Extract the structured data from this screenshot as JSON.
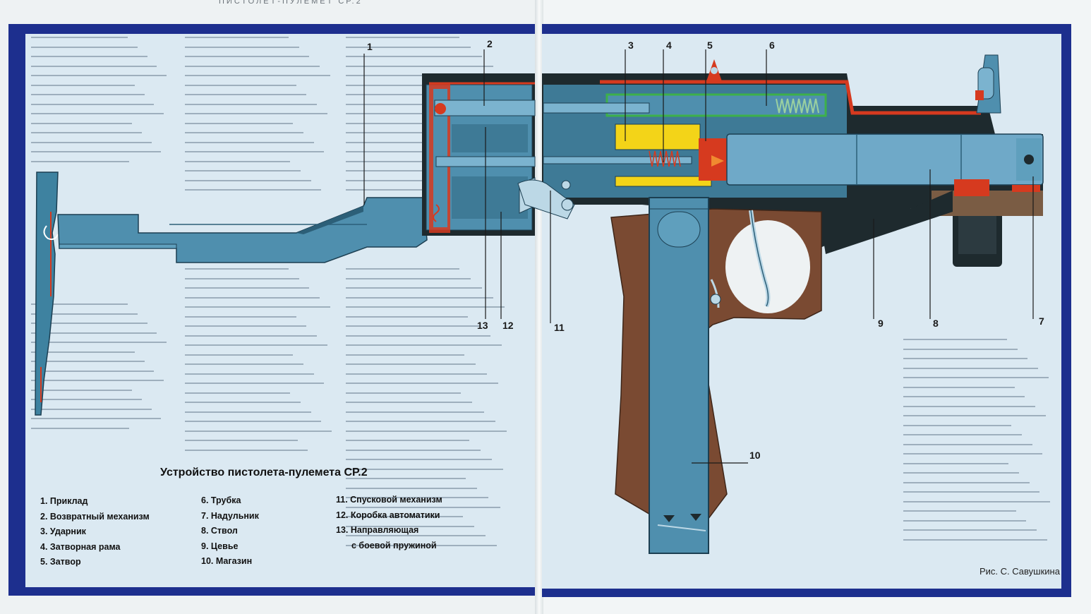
{
  "header": {
    "running_head": "ПИСТОЛЕТ-ПУЛЕМЕТ СР.2",
    "left_label": ""
  },
  "diagram": {
    "callouts": [
      "1",
      "2",
      "3",
      "4",
      "5",
      "6",
      "7",
      "8",
      "9",
      "10",
      "11",
      "12",
      "13"
    ],
    "title": "Устройство пистолета-пулемета СР.2",
    "legend": {
      "col1": [
        "1. Приклад",
        "2. Возвратный механизм",
        "3. Ударник",
        "4. Затворная рама",
        "5. Затвор"
      ],
      "col2": [
        "6. Трубка",
        "7. Надульник",
        "8. Ствол",
        "9. Цевье",
        "10. Магазин"
      ],
      "col3": [
        "11. Спусковой механизм",
        "12. Коробка автоматики",
        "13. Направляющая",
        "с боевой пружиной"
      ]
    },
    "credit": "Рис. С. Савушкина"
  },
  "colors": {
    "frame": "#1d2f8e",
    "steel": "#4f8fae",
    "steel_dark": "#2c5f78",
    "housing": "#1e2a2e",
    "grip": "#7a4a32",
    "section_red": "#d63a1f",
    "bolt_yellow": "#f3d418",
    "spring_green": "#3db04a",
    "barrel": "#6fa9c8"
  }
}
